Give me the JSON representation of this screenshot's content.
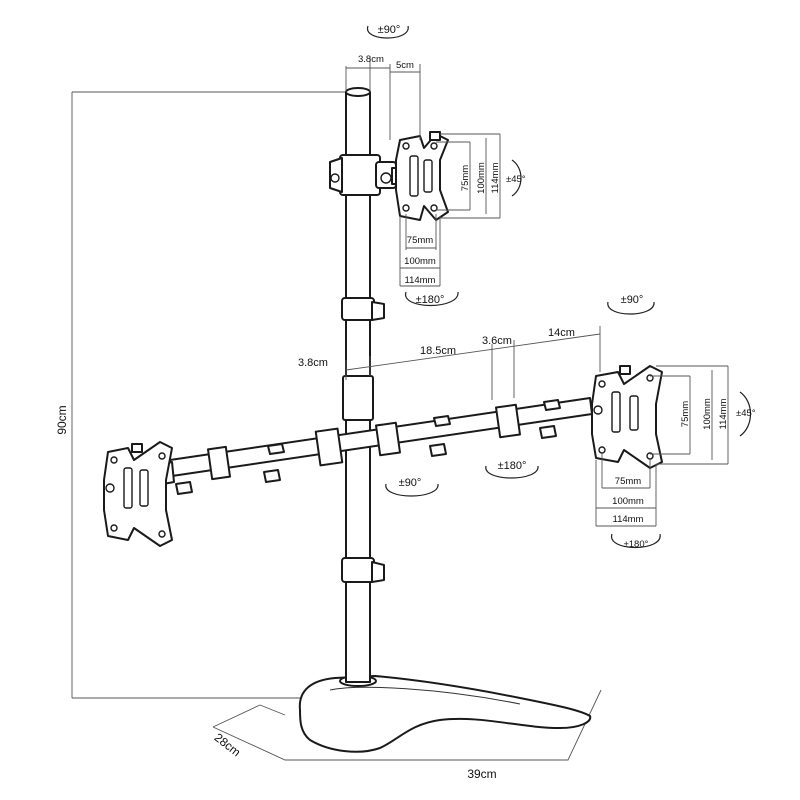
{
  "labels": {
    "rot_top_pole": "±90°",
    "top_width_38": "3.8cm",
    "top_width_5": "5cm",
    "top_vesa_75_v": "75mm",
    "top_vesa_100_v": "100mm",
    "top_vesa_114_v": "114mm",
    "top_tilt": "±45°",
    "top_vesa_75_h": "75mm",
    "top_vesa_100_h": "100mm",
    "top_vesa_114_h": "114mm",
    "top_rot_180": "±180°",
    "right_rot_90": "±90°",
    "arm_38": "3.8cm",
    "arm_185": "18.5cm",
    "arm_36": "3.6cm",
    "arm_14": "14cm",
    "right_vesa_75_v": "75mm",
    "right_vesa_100_v": "100mm",
    "right_vesa_114_v": "114mm",
    "right_tilt": "±45°",
    "right_vesa_75_h": "75mm",
    "right_vesa_100_h": "100mm",
    "right_vesa_114_h": "114mm",
    "right_rot_180": "±180°",
    "arm_rot_90": "±90°",
    "arm_rot_180": "±180°",
    "height_90": "90cm",
    "base_28": "28cm",
    "base_39": "39cm"
  }
}
